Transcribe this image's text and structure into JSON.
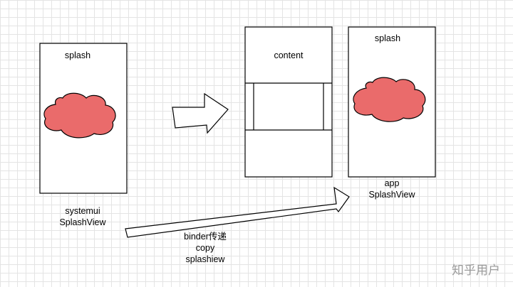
{
  "labels": {
    "left_splash": "splash",
    "left_caption_line1": "systemui",
    "left_caption_line2": "SplashView",
    "middle_content": "content",
    "right_splash": "splash",
    "right_caption_line1": "app",
    "right_caption_line2": "SplashView",
    "transfer_line1": "binder传递",
    "transfer_line2": "copy",
    "transfer_line3": "splashiew"
  },
  "watermark": "知乎用户",
  "colors": {
    "cloud_fill": "#ea6b6b",
    "grid": "#e4e4e4",
    "stroke": "#000000",
    "watermark": "#9a9a9a"
  }
}
